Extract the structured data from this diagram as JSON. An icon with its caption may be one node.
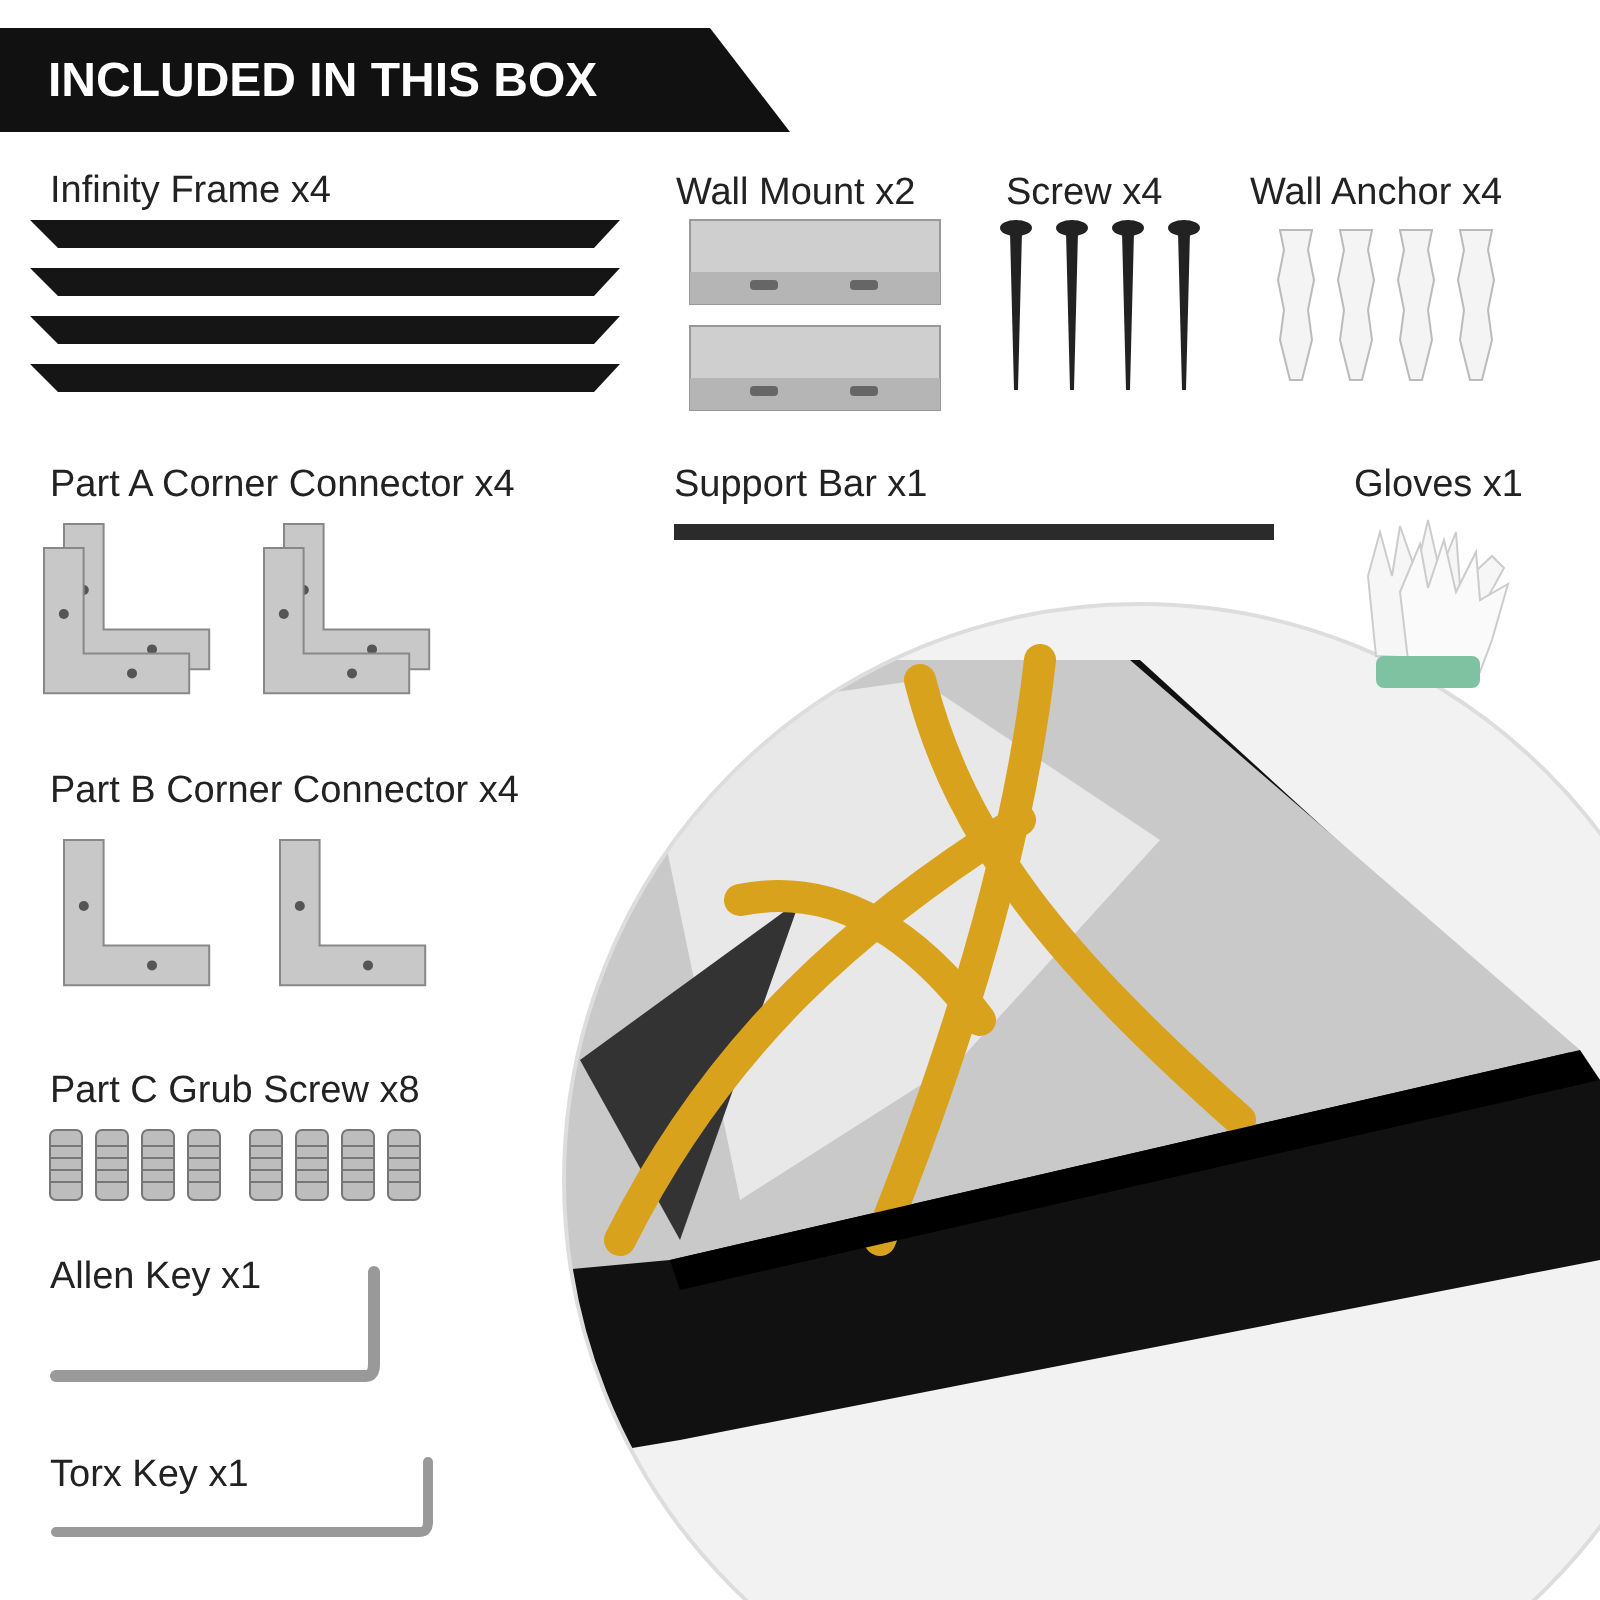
{
  "diagram": {
    "title": "INCLUDED IN THIS BOX",
    "labels": [
      "Infinity Frame x4",
      "Wall Mount x2",
      "Screw x4",
      "Wall Anchor x4",
      "Part A Corner Connector x4",
      "Support Bar x1",
      "Gloves x1",
      "Part B Corner Connector x4",
      "Part C Grub Screw x8",
      "Allen Key x1",
      "Torx Key x1"
    ]
  }
}
